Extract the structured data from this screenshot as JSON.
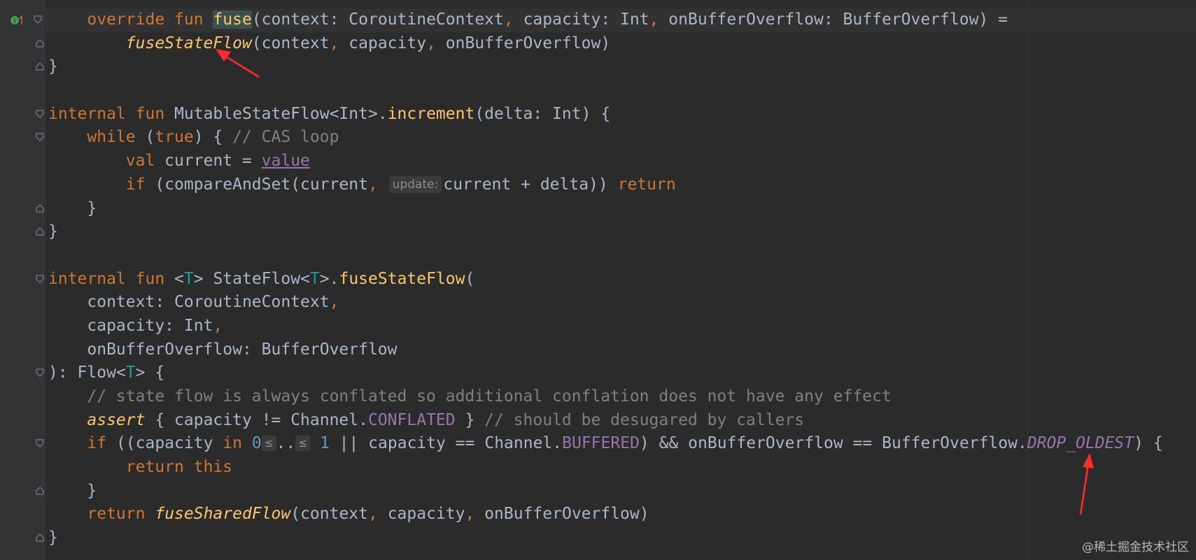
{
  "editor": {
    "lines": [
      {
        "indent": "    ",
        "tokens": [
          {
            "t": "override",
            "c": "kw"
          },
          {
            "t": " "
          },
          {
            "t": "fun",
            "c": "kw"
          },
          {
            "t": " "
          },
          {
            "t": "fuse",
            "c": "fn hl-fuse"
          },
          {
            "t": "(context: CoroutineContext"
          },
          {
            "t": ",",
            "c": "kw"
          },
          {
            "t": " capacity: Int"
          },
          {
            "t": ",",
            "c": "kw"
          },
          {
            "t": " onBufferOverflow: BufferOverflow) ="
          }
        ]
      },
      {
        "indent": "        ",
        "tokens": [
          {
            "t": "fuseStateFlow",
            "c": "ext"
          },
          {
            "t": "(context"
          },
          {
            "t": ",",
            "c": "kw"
          },
          {
            "t": " capacity"
          },
          {
            "t": ",",
            "c": "kw"
          },
          {
            "t": " onBufferOverflow)"
          }
        ]
      },
      {
        "indent": "",
        "tokens": [
          {
            "t": "}"
          }
        ]
      },
      {
        "indent": "",
        "tokens": []
      },
      {
        "indent": "",
        "tokens": [
          {
            "t": "internal",
            "c": "kw"
          },
          {
            "t": " "
          },
          {
            "t": "fun",
            "c": "kw"
          },
          {
            "t": " MutableStateFlow<Int>."
          },
          {
            "t": "increment",
            "c": "fn"
          },
          {
            "t": "(delta: Int) {"
          }
        ]
      },
      {
        "indent": "    ",
        "tokens": [
          {
            "t": "while",
            "c": "kw"
          },
          {
            "t": " ("
          },
          {
            "t": "true",
            "c": "kw"
          },
          {
            "t": ") { "
          },
          {
            "t": "// CAS loop",
            "c": "cmt"
          }
        ]
      },
      {
        "indent": "        ",
        "tokens": [
          {
            "t": "val",
            "c": "kw"
          },
          {
            "t": " current = "
          },
          {
            "t": "value",
            "c": "prop"
          }
        ]
      },
      {
        "indent": "        ",
        "tokens": [
          {
            "t": "if",
            "c": "kw"
          },
          {
            "t": " (compareAndSet(current"
          },
          {
            "t": ",",
            "c": "kw"
          },
          {
            "t": " "
          },
          {
            "t": "update:",
            "c": "hint"
          },
          {
            "t": "current + delta)) "
          },
          {
            "t": "return",
            "c": "kw"
          }
        ]
      },
      {
        "indent": "    ",
        "tokens": [
          {
            "t": "}"
          }
        ]
      },
      {
        "indent": "",
        "tokens": [
          {
            "t": "}"
          }
        ]
      },
      {
        "indent": "",
        "tokens": []
      },
      {
        "indent": "",
        "tokens": [
          {
            "t": "internal",
            "c": "kw"
          },
          {
            "t": " "
          },
          {
            "t": "fun",
            "c": "kw"
          },
          {
            "t": " <"
          },
          {
            "t": "T",
            "c": "tp"
          },
          {
            "t": "> StateFlow<"
          },
          {
            "t": "T",
            "c": "tp"
          },
          {
            "t": ">."
          },
          {
            "t": "fuseStateFlow",
            "c": "fn"
          },
          {
            "t": "("
          }
        ]
      },
      {
        "indent": "    ",
        "tokens": [
          {
            "t": "context: CoroutineContext"
          },
          {
            "t": ",",
            "c": "kw"
          }
        ]
      },
      {
        "indent": "    ",
        "tokens": [
          {
            "t": "capacity: Int"
          },
          {
            "t": ",",
            "c": "kw"
          }
        ]
      },
      {
        "indent": "    ",
        "tokens": [
          {
            "t": "onBufferOverflow: BufferOverflow"
          }
        ]
      },
      {
        "indent": "",
        "tokens": [
          {
            "t": "): Flow<"
          },
          {
            "t": "T",
            "c": "tp"
          },
          {
            "t": "> {"
          }
        ]
      },
      {
        "indent": "    ",
        "tokens": [
          {
            "t": "// state flow is always conflated so additional conflation does not have any effect",
            "c": "cmt"
          }
        ]
      },
      {
        "indent": "    ",
        "tokens": [
          {
            "t": "assert",
            "c": "ext"
          },
          {
            "t": " { capacity != Channel."
          },
          {
            "t": "CONFLATED",
            "c": "const"
          },
          {
            "t": " } "
          },
          {
            "t": "// should be desugared by callers",
            "c": "cmt"
          }
        ]
      },
      {
        "indent": "    ",
        "tokens": [
          {
            "t": "if",
            "c": "kw"
          },
          {
            "t": " ((capacity "
          },
          {
            "t": "in",
            "c": "kw"
          },
          {
            "t": " "
          },
          {
            "t": "0",
            "c": "num"
          },
          {
            "t": "≤",
            "c": "hint-op"
          },
          {
            "t": ".."
          },
          {
            "t": "≤",
            "c": "hint-op"
          },
          {
            "t": " "
          },
          {
            "t": "1",
            "c": "num"
          },
          {
            "t": " || capacity == Channel."
          },
          {
            "t": "BUFFERED",
            "c": "const"
          },
          {
            "t": ") && onBufferOverflow == BufferOverflow."
          },
          {
            "t": "DROP_OLDEST",
            "c": "const-it"
          },
          {
            "t": ") {"
          }
        ]
      },
      {
        "indent": "        ",
        "tokens": [
          {
            "t": "return",
            "c": "kw"
          },
          {
            "t": " "
          },
          {
            "t": "this",
            "c": "kw"
          }
        ]
      },
      {
        "indent": "    ",
        "tokens": [
          {
            "t": "}"
          }
        ]
      },
      {
        "indent": "    ",
        "tokens": [
          {
            "t": "return",
            "c": "kw"
          },
          {
            "t": " "
          },
          {
            "t": "fuseSharedFlow",
            "c": "ext"
          },
          {
            "t": "(context"
          },
          {
            "t": ",",
            "c": "kw"
          },
          {
            "t": " capacity"
          },
          {
            "t": ",",
            "c": "kw"
          },
          {
            "t": " onBufferOverflow)"
          }
        ]
      },
      {
        "indent": "",
        "tokens": [
          {
            "t": "}"
          }
        ]
      }
    ]
  },
  "watermark": "@稀土掘金技术社区",
  "colors": {
    "background": "#2b2b2b",
    "gutter": "#313335",
    "keyword": "#cc7832",
    "function": "#ffc66d",
    "comment": "#808080",
    "constant": "#9876aa",
    "number": "#6897bb",
    "annotation_arrow": "#ff2d2d"
  }
}
